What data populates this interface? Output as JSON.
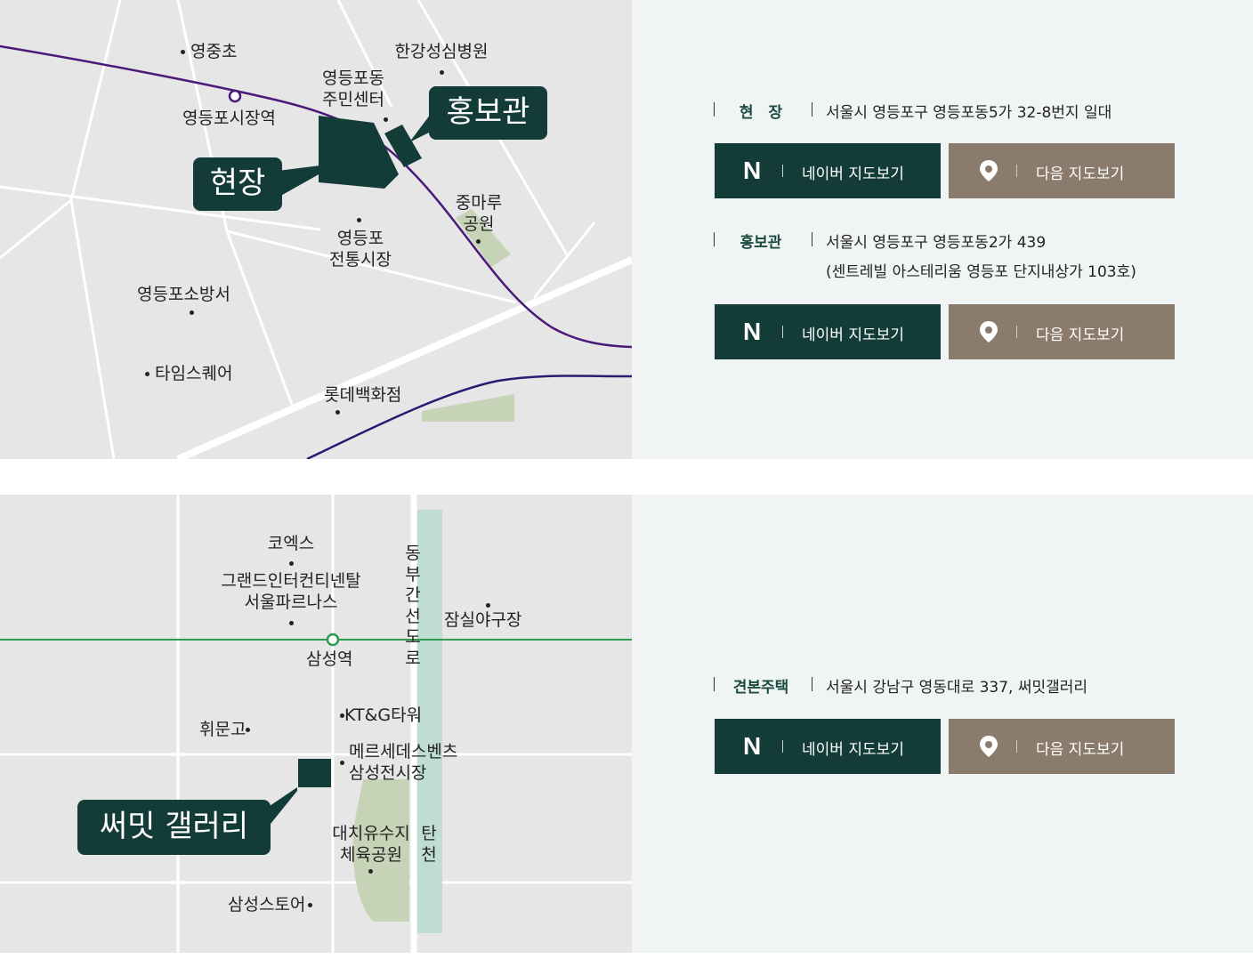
{
  "section1": {
    "map": {
      "callouts": {
        "site": "현장",
        "promo": "홍보관"
      },
      "labels": {
        "yeongjung": "영중초",
        "hangang_hospital": "한강성심병원",
        "center_l1": "영등포동",
        "center_l2": "주민센터",
        "station": "영등포시장역",
        "jungmaru_l1": "중마루",
        "jungmaru_l2": "공원",
        "market_l1": "영등포",
        "market_l2": "전통시장",
        "fire_station": "영등포소방서",
        "times_square": "타임스퀘어",
        "lotte": "롯데백화점"
      }
    },
    "info": {
      "site": {
        "key": "현　장",
        "address": "서울시 영등포구 영등포동5가 32-8번지 일대",
        "naver_label": "네이버 지도보기",
        "daum_label": "다음 지도보기"
      },
      "promo": {
        "key": "홍보관",
        "address": "서울시 영등포구 영등포동2가 439",
        "address_line2": "(센트레빌 아스테리움 영등포 단지내상가 103호)",
        "naver_label": "네이버 지도보기",
        "daum_label": "다음 지도보기"
      }
    }
  },
  "section2": {
    "map": {
      "callout": "써밋 갤러리",
      "labels": {
        "coex": "코엑스",
        "intercon_l1": "그랜드인터컨티넨탈",
        "intercon_l2": "서울파르나스",
        "expressway": "동부간선도로",
        "jamsil": "잠실야구장",
        "samseong_station": "삼성역",
        "kt_g": "KT&G타워",
        "hwimun": "휘문고",
        "benz_l1": "메르세데스벤츠",
        "benz_l2": "삼성전시장",
        "daechi_l1": "대치유수지",
        "daechi_l2": "체육공원",
        "tancheon": "탄천",
        "samsung_store": "삼성스토어"
      }
    },
    "info": {
      "gallery": {
        "key": "견본주택",
        "address": "서울시 강남구 영동대로 337, 써밋갤러리",
        "naver_label": "네이버 지도보기",
        "daum_label": "다음 지도보기"
      }
    }
  },
  "colors": {
    "dark_green": "#133c38",
    "taupe": "#8a7b6d",
    "map_bg": "#e6e6e6",
    "info_bg": "#f1f4f4",
    "subway_purple": "#4a1a7a",
    "subway_navy": "#2a1a72",
    "subway_green": "#2e9b4f",
    "park_green": "#c6d3b6",
    "stream": "#bfddd3"
  },
  "icons": {
    "naver": "naver-n-icon",
    "daum": "map-pin-icon"
  }
}
